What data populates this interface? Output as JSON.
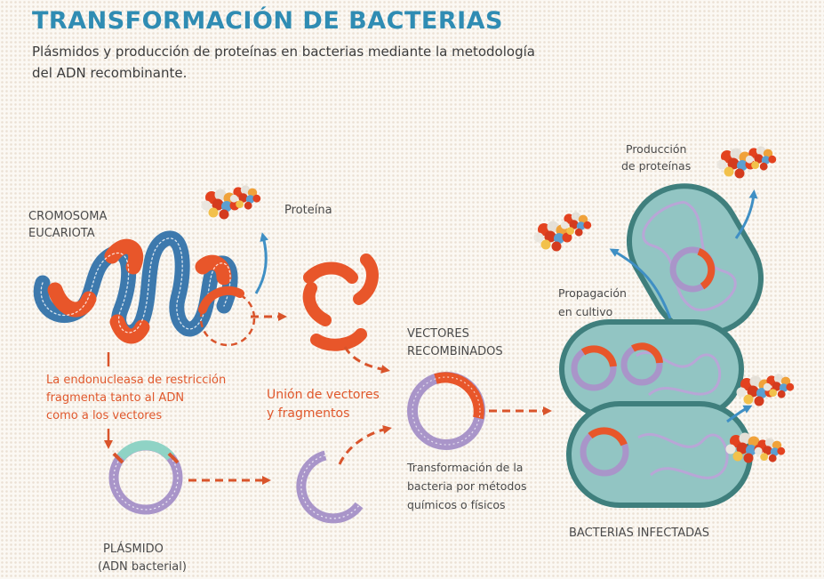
{
  "header": {
    "title": "TRANSFORMACIÓN DE BACTERIAS",
    "subtitle_line1": "Plásmidos y producción de proteínas en bacterias mediante la metodología",
    "subtitle_line2": "del ADN recombinante."
  },
  "labels": {
    "cromosoma_l1": "CROMOSOMA",
    "cromosoma_l2": "EUCARIOTA",
    "proteina": "Proteína",
    "produccion_l1": "Producción",
    "produccion_l2": "de proteínas",
    "propagacion_l1": "Propagación",
    "propagacion_l2": "en cultivo",
    "vectores_l1": "VECTORES",
    "vectores_l2": "RECOMBINADOS",
    "endonucleasa_l1": "La endonucleasa de restricción",
    "endonucleasa_l2": "fragmenta tanto al ADN",
    "endonucleasa_l3": "como a los vectores",
    "union_l1": "Unión de vectores",
    "union_l2": "y fragmentos",
    "transformacion_l1": "Transformación de la",
    "transformacion_l2": "bacteria por métodos",
    "transformacion_l3": "químicos o físicos",
    "plasmido_l1": "PLÁSMIDO",
    "plasmido_l2": "(ADN bacterial)",
    "bacterias": "BACTERIAS INFECTADAS"
  },
  "colors": {
    "title": "#2f8cb3",
    "dna_blue": "#3d79ad",
    "dna_orange": "#e8562a",
    "plasmid_purple": "#a995c9",
    "plasmid_teal": "#8fd3c5",
    "bacteria_fill": "#92c5c3",
    "bacteria_edge": "#3f7f7d",
    "arrow_orange": "#d9542b",
    "arrow_blue": "#3f8fc4"
  }
}
